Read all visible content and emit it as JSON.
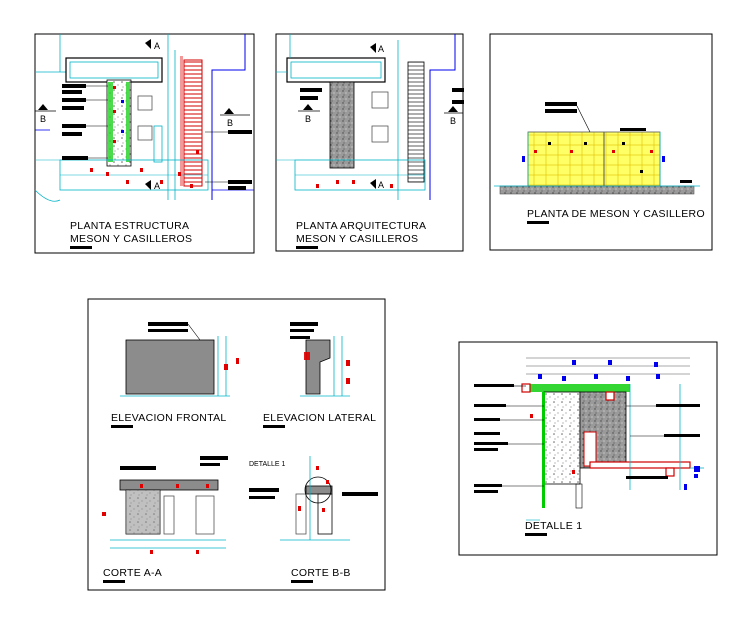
{
  "panels": {
    "planta_estructura": {
      "title_line1": "PLANTA ESTRUCTURA",
      "title_line2": "MESON Y CASILLEROS"
    },
    "planta_arquitectura": {
      "title_line1": "PLANTA ARQUITECTURA",
      "title_line2": "MESON Y CASILLEROS"
    },
    "planta_meson": {
      "title": "PLANTA DE MESON Y CASILLERO"
    },
    "elevacion_frontal": {
      "title": "ELEVACION FRONTAL"
    },
    "elevacion_lateral": {
      "title": "ELEVACION LATERAL"
    },
    "corte_aa": {
      "title": "CORTE A-A"
    },
    "corte_bb": {
      "title": "CORTE B-B"
    },
    "detalle_1": {
      "title": "DETALLE 1"
    }
  },
  "section_marks": {
    "a": "A",
    "b": "B"
  },
  "callouts": {
    "detalle_ref": "DETALLE 1"
  },
  "colors": {
    "frame": "#000000",
    "dimension_cyan": "#00b4c8",
    "structure_red": "#e00000",
    "axis_blue": "#0000ee",
    "fill_yellow": "#ffff66",
    "fill_gray": "#8c8c8c",
    "fill_green": "#00cc00"
  }
}
